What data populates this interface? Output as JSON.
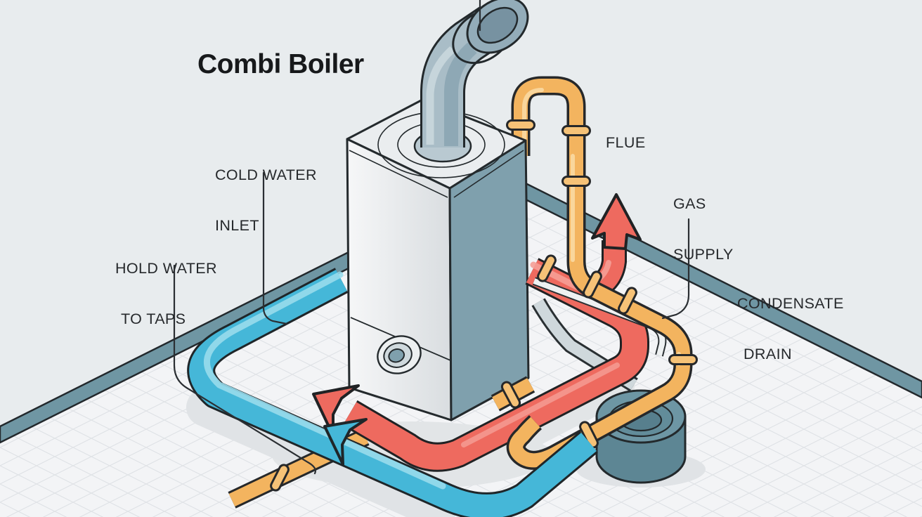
{
  "title": "Combi Boiler",
  "labels": {
    "cold_water": {
      "line1": "COLD WATER",
      "line2": "INLET"
    },
    "hot_water": {
      "line1": "HOLD WATER",
      "line2": "TO TAPS"
    },
    "flue": {
      "line1": "FLUE"
    },
    "gas": {
      "line1": "GAS",
      "line2": "SUPPLY"
    },
    "condensate": {
      "line1": "CONDENSATE",
      "line2": "DRAIN"
    }
  },
  "colors": {
    "hot_pipe": "#ee6a5f",
    "cold_pipe": "#45b7d8",
    "gas_pipe": "#f3b45f",
    "gas_pipe_light": "#f6c277",
    "flue_metal": "#a9bdc7",
    "condensate_trap": "#5d8694",
    "trap_top": "#6d96a4",
    "baseboard": "#6f96a3",
    "boiler_side": "#7fa0ad"
  }
}
